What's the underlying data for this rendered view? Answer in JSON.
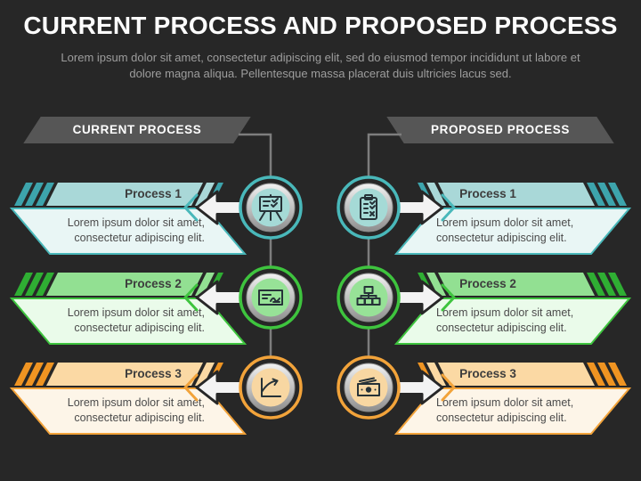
{
  "slide": {
    "title": "CURRENT PROCESS AND PROPOSED PROCESS",
    "subtitle": "Lorem ipsum dolor sit amet, consectetur adipiscing elit, sed do eiusmod tempor incididunt ut labore et dolore magna aliqua. Pellentesque massa placerat duis ultricies lacus sed.",
    "background": "#272727"
  },
  "header_fill": "#565656",
  "connector_color": "#7d7d7d",
  "themes": {
    "teal": {
      "accent": "#49b8ba",
      "stripe": "#3da4ac",
      "band": "#a9d8d8",
      "body": "#e9f6f5",
      "inner": "#a5dad6"
    },
    "green": {
      "accent": "#3ec43e",
      "stripe": "#2fae33",
      "band": "#92e092",
      "body": "#eafbea",
      "inner": "#97e297"
    },
    "orange": {
      "accent": "#f2a33a",
      "stripe": "#ef9422",
      "band": "#fbd9a4",
      "body": "#fdf5e8",
      "inner": "#f8d7a2"
    }
  },
  "columns": [
    {
      "header": "CURRENT PROCESS",
      "side": "left",
      "rows": [
        {
          "title": "Process 1",
          "body": "Lorem ipsum dolor sit amet, consectetur adipiscing elit.",
          "theme": "teal",
          "icon": "presentation-board-icon"
        },
        {
          "title": "Process 2",
          "body": "Lorem ipsum dolor sit amet, consectetur adipiscing elit.",
          "theme": "green",
          "icon": "cheque-icon"
        },
        {
          "title": "Process 3",
          "body": "Lorem ipsum dolor sit amet, consectetur adipiscing elit.",
          "theme": "orange",
          "icon": "growth-chart-icon"
        }
      ]
    },
    {
      "header": "PROPOSED PROCESS",
      "side": "right",
      "rows": [
        {
          "title": "Process 1",
          "body": "Lorem ipsum dolor sit amet, consectetur adipiscing elit.",
          "theme": "teal",
          "icon": "clipboard-checklist-icon"
        },
        {
          "title": "Process 2",
          "body": "Lorem ipsum dolor sit amet, consectetur adipiscing elit.",
          "theme": "green",
          "icon": "org-chart-icon"
        },
        {
          "title": "Process 3",
          "body": "Lorem ipsum dolor sit amet, consectetur adipiscing elit.",
          "theme": "orange",
          "icon": "money-icon"
        }
      ]
    }
  ]
}
